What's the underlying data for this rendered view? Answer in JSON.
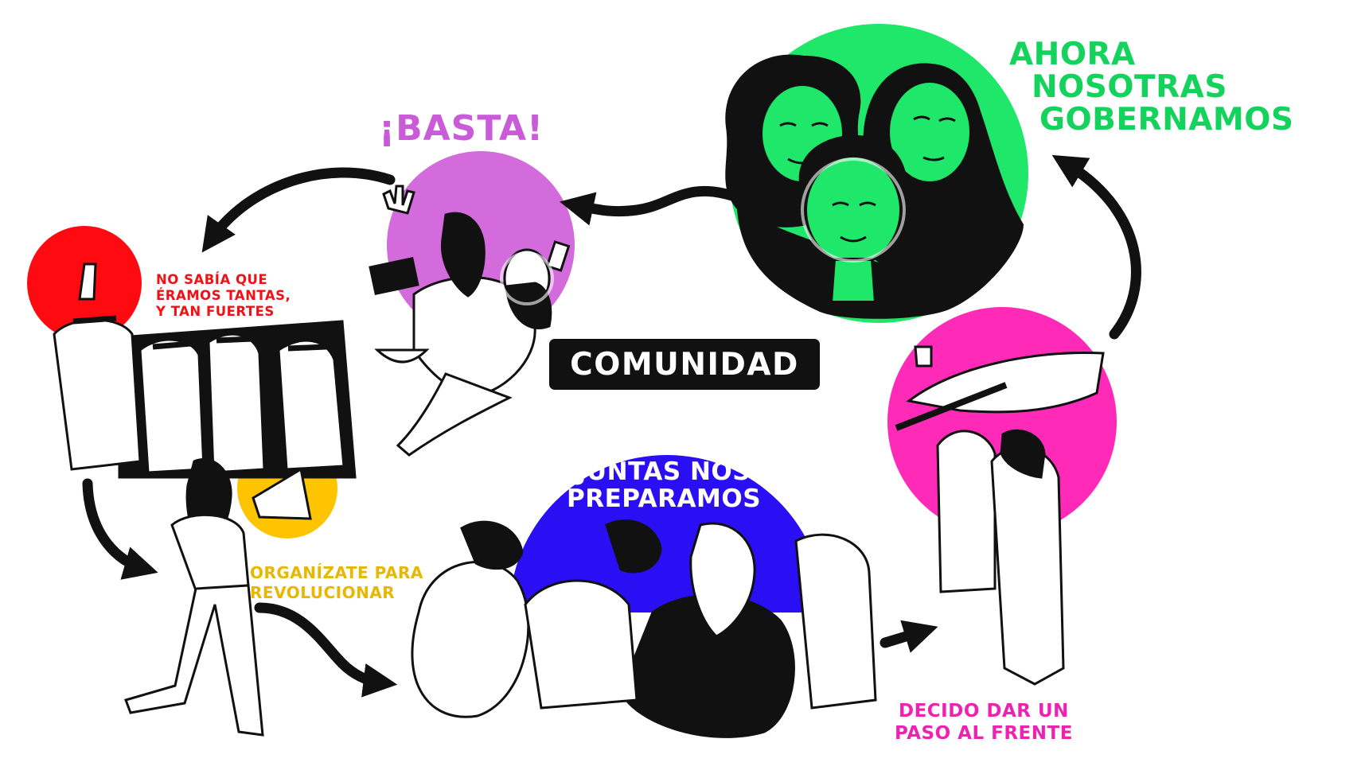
{
  "center": {
    "label": "COMUNIDAD"
  },
  "stages": {
    "basta": {
      "lines": [
        "¡BASTA!"
      ]
    },
    "gobernamos": {
      "lines": [
        "AHORA",
        "NOSOTRAS",
        "GOBERNAMOS"
      ]
    },
    "nosabia": {
      "lines": [
        "NO SABÍA QUE",
        "ÉRAMOS TANTAS,",
        "Y TAN FUERTES"
      ]
    },
    "organizate": {
      "lines": [
        "ORGANÍZATE PARA",
        "REVOLUCIONAR"
      ]
    },
    "juntas": {
      "lines": [
        "JUNTAS NOS",
        "PREPARAMOS"
      ]
    },
    "decido": {
      "lines": [
        "DECIDO DAR UN",
        "PASO AL FRENTE"
      ]
    }
  },
  "colors": {
    "basta": "#d36bdc",
    "gobernamos": "#1ee76a",
    "nosabia": "#ff0a10",
    "organizate": "#ffc400",
    "juntas": "#2a0ef4",
    "decido": "#ff2ab7",
    "ink": "#111111",
    "center_bg": "#111111",
    "label_basta": "#c95ad8",
    "label_gobernamos": "#14d35c",
    "label_nosabia": "#f01015",
    "label_organizate": "#e8b700",
    "label_decido": "#ee22b0"
  },
  "flow": [
    "gobernamos",
    "basta",
    "nosabia",
    "organizate",
    "juntas",
    "decido",
    "gobernamos"
  ]
}
